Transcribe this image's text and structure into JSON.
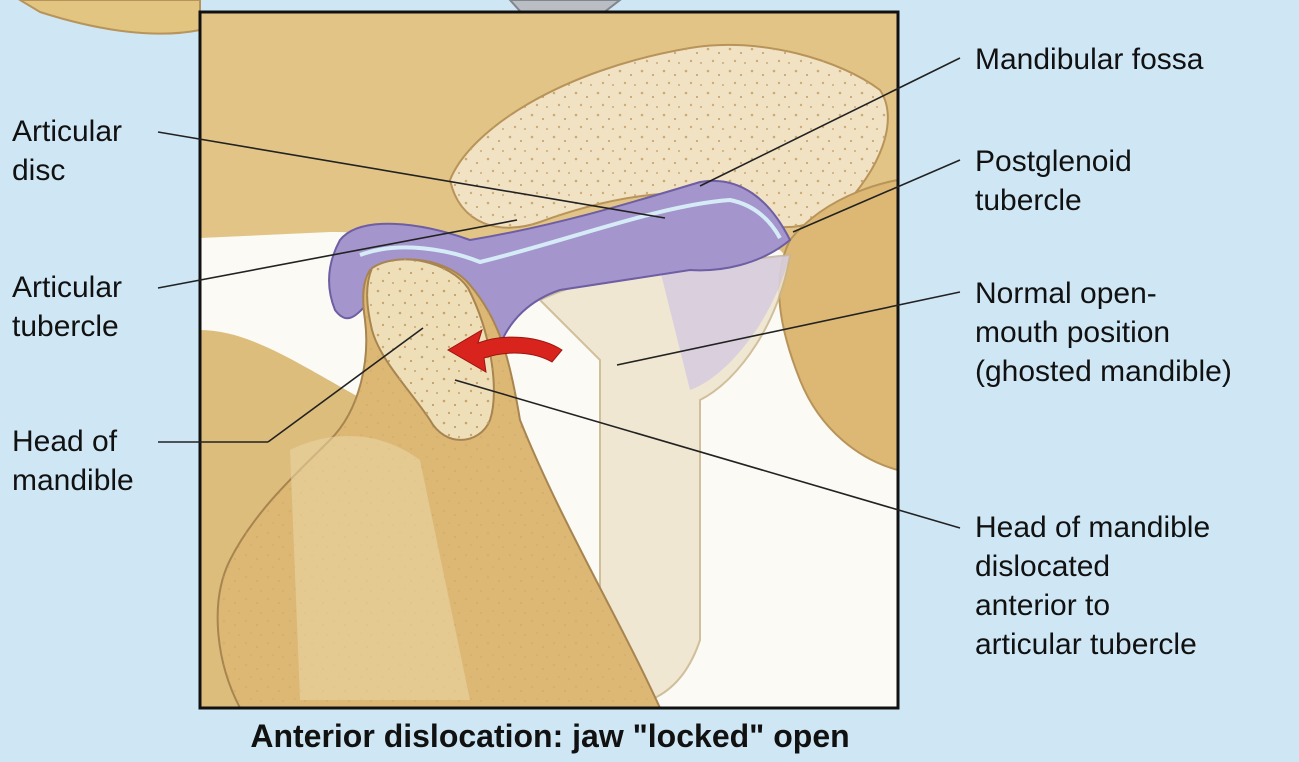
{
  "labels": {
    "articular_disc": [
      "Articular",
      "disc"
    ],
    "articular_tubercle": [
      "Articular",
      "tubercle"
    ],
    "head_of_mandible": [
      "Head of",
      "mandible"
    ],
    "mandibular_fossa": [
      "Mandibular fossa"
    ],
    "postglenoid_tubercle": [
      "Postglenoid",
      "tubercle"
    ],
    "normal_open_mouth": [
      "Normal open-",
      "mouth position",
      "(ghosted mandible)"
    ],
    "head_dislocated": [
      "Head of mandible",
      "dislocated",
      "anterior to",
      "articular tubercle"
    ]
  },
  "caption": "Anterior dislocation: jaw \"locked\" open",
  "colors": {
    "background": "#cfe7f5",
    "bone": "#e8cc8e",
    "bone_dark": "#d6b06a",
    "disc": "#9e8fc6",
    "arrow": "#d8241c"
  }
}
